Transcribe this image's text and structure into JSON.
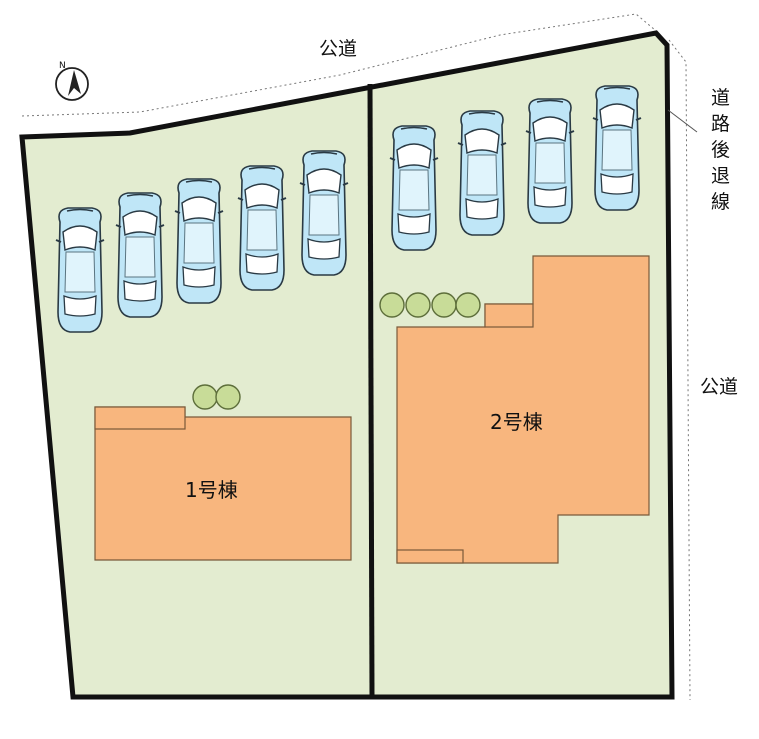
{
  "road_north": "公道",
  "road_east": "公道",
  "setback_label": "道路後退線",
  "compass_letter": "N",
  "building_1": "1号棟",
  "building_2": "2号棟",
  "colors": {
    "lot": "#e3ecd0",
    "building": "#f8b67e",
    "building_stroke": "#7a5a3a",
    "boundary": "#111111",
    "car_body": "#bfe6f7",
    "car_roof": "#e0f4fc",
    "tree": "#c8dc98"
  },
  "icons": [
    "compass-icon",
    "car-icon",
    "tree-icon"
  ]
}
